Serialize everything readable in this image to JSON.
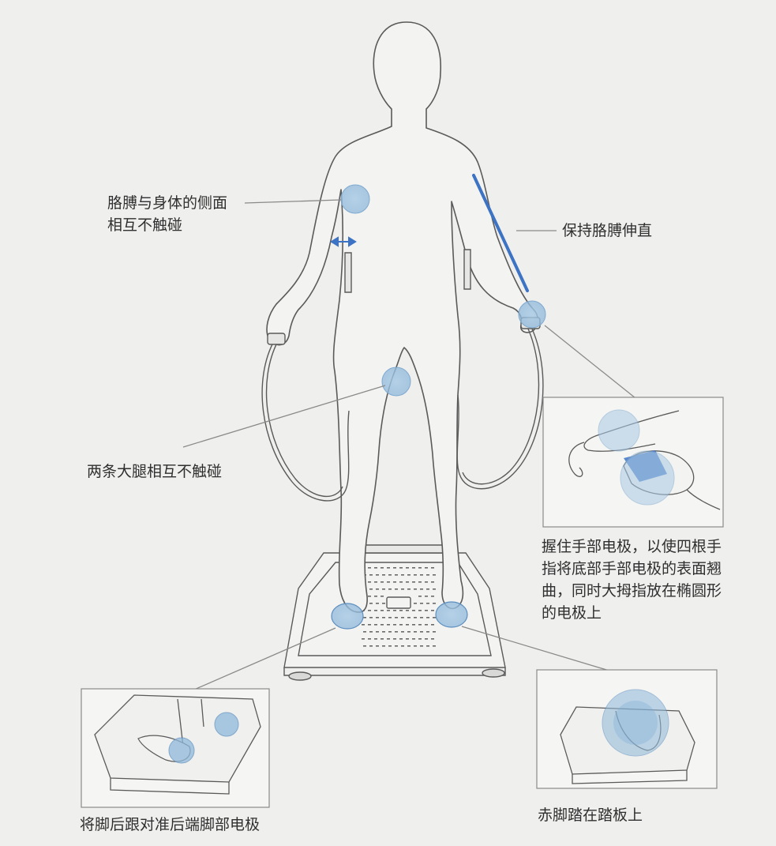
{
  "labels": {
    "arms_apart_line1": "胳膊与身体的侧面",
    "arms_apart_line2": "相互不触碰",
    "keep_arms_straight": "保持胳膊伸直",
    "thighs_apart": "两条大腿相互不触碰",
    "hand_grip_line1": "握住手部电极，以使四根手",
    "hand_grip_line2": "指将底部手部电极的表面翘",
    "hand_grip_line3": "曲，同时大拇指放在椭圆形",
    "hand_grip_line4": "的电极上",
    "heel_align": "将脚后跟对准后端脚部电极",
    "barefoot": "赤脚踏在踏板上"
  },
  "colors": {
    "background": "#efefed",
    "outline": "#5a5a5a",
    "highlight_fill": "#9fc6e4",
    "accent_blue": "#3d73c4",
    "leader_line": "#8a8a8a"
  }
}
